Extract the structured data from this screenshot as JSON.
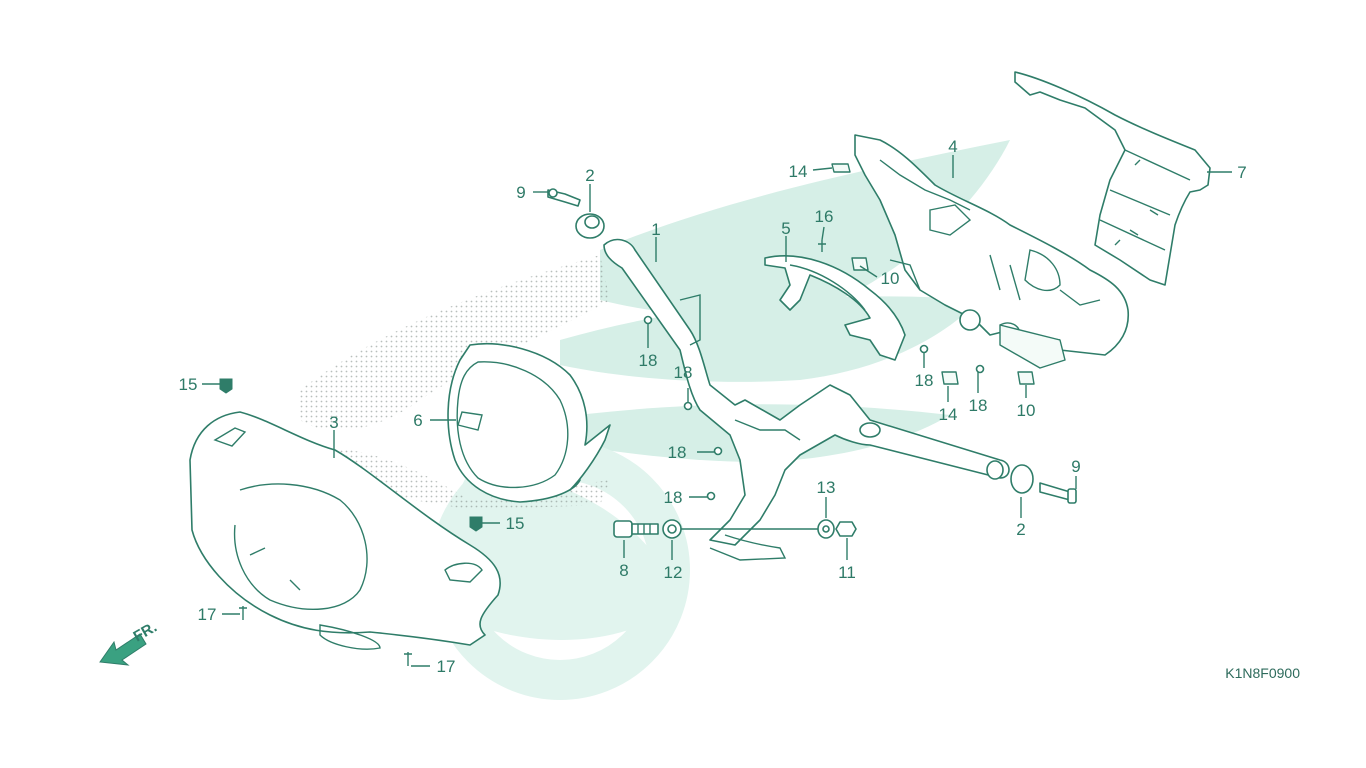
{
  "diagram": {
    "drawing_code": "K1N8F0900",
    "front_arrow_text": "FR.",
    "colors": {
      "line": "#2f7d69",
      "watermark": "#d3eee6",
      "label": "#2e7a67"
    }
  },
  "callouts": [
    {
      "id": "c1",
      "text": "1"
    },
    {
      "id": "c2a",
      "text": "2"
    },
    {
      "id": "c2b",
      "text": "2"
    },
    {
      "id": "c3",
      "text": "3"
    },
    {
      "id": "c4",
      "text": "4"
    },
    {
      "id": "c5",
      "text": "5"
    },
    {
      "id": "c6",
      "text": "6"
    },
    {
      "id": "c7",
      "text": "7"
    },
    {
      "id": "c8",
      "text": "8"
    },
    {
      "id": "c9a",
      "text": "9"
    },
    {
      "id": "c9b",
      "text": "9"
    },
    {
      "id": "c10a",
      "text": "10"
    },
    {
      "id": "c10b",
      "text": "10"
    },
    {
      "id": "c11",
      "text": "11"
    },
    {
      "id": "c12",
      "text": "12"
    },
    {
      "id": "c13",
      "text": "13"
    },
    {
      "id": "c14a",
      "text": "14"
    },
    {
      "id": "c14b",
      "text": "14"
    },
    {
      "id": "c15a",
      "text": "15"
    },
    {
      "id": "c15b",
      "text": "15"
    },
    {
      "id": "c16",
      "text": "16"
    },
    {
      "id": "c17a",
      "text": "17"
    },
    {
      "id": "c17b",
      "text": "17"
    },
    {
      "id": "c18a",
      "text": "18"
    },
    {
      "id": "c18b",
      "text": "18"
    },
    {
      "id": "c18c",
      "text": "18"
    },
    {
      "id": "c18d",
      "text": "18"
    },
    {
      "id": "c18e",
      "text": "18"
    },
    {
      "id": "c18f",
      "text": "18"
    }
  ]
}
